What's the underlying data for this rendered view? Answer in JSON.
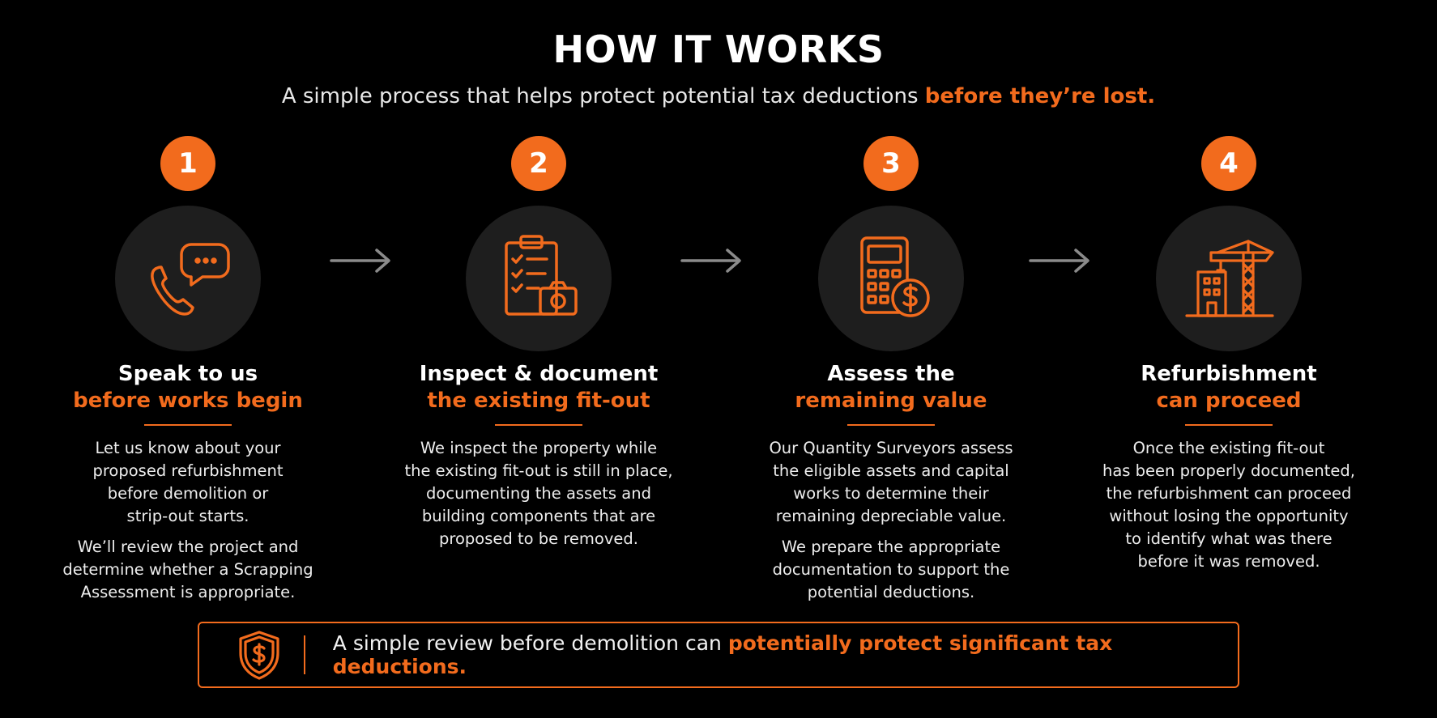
{
  "colors": {
    "accent": "#f26b1d",
    "background": "#000000",
    "icon_circle": "#1e1e1e",
    "arrow": "#8a8a8a"
  },
  "header": {
    "title": "HOW IT WORKS",
    "subtitle_plain": "A simple process that helps protect potential tax deductions ",
    "subtitle_accent": "before they’re lost."
  },
  "steps": [
    {
      "number": "1",
      "icon": "phone-chat-icon",
      "heading_line1": "Speak to us",
      "heading_line2": "before works begin",
      "paragraphs": [
        [
          "Let us know about your",
          "proposed refurbishment",
          "before demolition or",
          "strip-out starts."
        ],
        [
          "We’ll review the project and",
          "determine whether a Scrapping",
          "Assessment is appropriate."
        ]
      ]
    },
    {
      "number": "2",
      "icon": "clipboard-camera-icon",
      "heading_line1": "Inspect & document",
      "heading_line2": "the existing fit-out",
      "paragraphs": [
        [
          "We inspect the property while",
          "the existing fit-out is still in place,",
          "documenting the assets and",
          "building components that are",
          "proposed to be removed."
        ]
      ]
    },
    {
      "number": "3",
      "icon": "calculator-dollar-icon",
      "heading_line1": "Assess the",
      "heading_line2": "remaining value",
      "paragraphs": [
        [
          "Our Quantity Surveyors assess",
          "the eligible assets and capital",
          "works to determine their",
          "remaining depreciable value."
        ],
        [
          "We prepare the appropriate",
          "documentation to support the",
          "potential deductions."
        ]
      ]
    },
    {
      "number": "4",
      "icon": "building-crane-icon",
      "heading_line1": "Refurbishment",
      "heading_line2": "can proceed",
      "paragraphs": [
        [
          "Once the existing fit-out",
          "has been properly documented,",
          "the refurbishment can proceed",
          "without losing the opportunity",
          "to identify what was there",
          "before it was removed."
        ]
      ]
    }
  ],
  "callout": {
    "icon": "shield-dollar-icon",
    "text_plain": "A simple review before demolition can ",
    "text_accent": "potentially protect significant tax deductions."
  }
}
